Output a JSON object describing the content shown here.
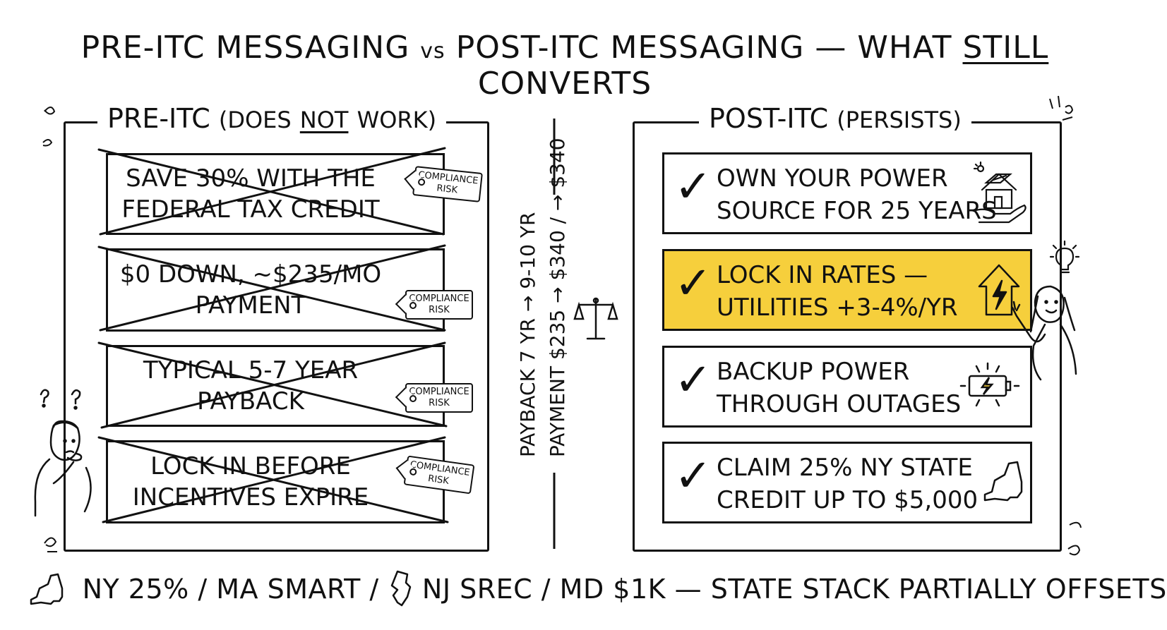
{
  "title": {
    "pre": "PRE-ITC MESSAGING",
    "vs": "vs",
    "post": "POST-ITC MESSAGING",
    "dash": "—",
    "what": "WHAT",
    "still": "STILL",
    "converts": "CONVERTS"
  },
  "left_panel": {
    "title_main": "PRE-ITC",
    "title_open": "(DOES",
    "title_not": "NOT",
    "title_close": "WORK)",
    "cards": [
      {
        "text": "SAVE 30% WITH THE FEDERAL TAX CREDIT",
        "tag_line1": "COMPLIANCE",
        "tag_line2": "RISK"
      },
      {
        "text": "$0 DOWN, ~$235/MO PAYMENT",
        "tag_line1": "COMPLIANCE",
        "tag_line2": "RISK"
      },
      {
        "text": "TYPICAL 5-7 YEAR PAYBACK",
        "tag_line1": "COMPLIANCE",
        "tag_line2": "RISK"
      },
      {
        "text": "LOCK IN BEFORE INCENTIVES EXPIRE",
        "tag_line1": "COMPLIANCE",
        "tag_line2": "RISK"
      }
    ]
  },
  "middle": {
    "line1": "PAYBACK 7 YR → 9-10 YR",
    "line2": "PAYMENT $235 → $340 / → $340"
  },
  "right_panel": {
    "title_main": "POST-ITC",
    "title_sub": "(PERSISTS)",
    "cards": [
      {
        "text": "OWN YOUR POWER\nSOURCE FOR 25 YEARS",
        "icon": "solar-house-hand-icon",
        "highlight": false
      },
      {
        "text": "LOCK IN RATES —\nUTILITIES +3-4%/YR",
        "icon": "house-bolt-icon",
        "highlight": true
      },
      {
        "text": "BACKUP POWER\nTHROUGH OUTAGES",
        "icon": "battery-bolt-icon",
        "highlight": false
      },
      {
        "text": "CLAIM 25% NY STATE\nCREDIT UP TO $5,000",
        "icon": "ny-state-icon",
        "highlight": false
      }
    ]
  },
  "footer": {
    "part1": "NY 25% / MA SMART /",
    "part2": "NJ SREC / MD $1K — STATE STACK PARTIALLY OFFSETS"
  },
  "colors": {
    "ink": "#111111",
    "highlight": "#f6cf3c",
    "background": "#ffffff"
  }
}
